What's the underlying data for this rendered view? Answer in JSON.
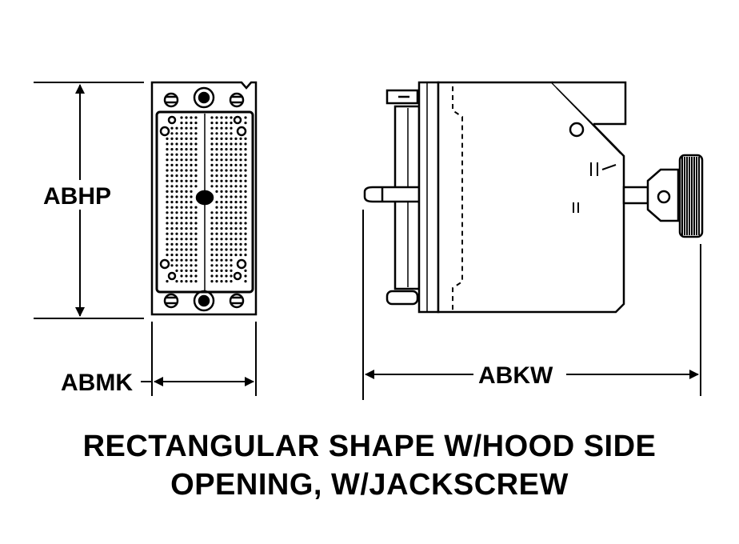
{
  "dimensions": {
    "height_label": "ABHP",
    "width_label": "ABMK",
    "length_label": "ABKW"
  },
  "caption": {
    "line1": "RECTANGULAR SHAPE W/HOOD SIDE",
    "line2": "OPENING, W/JACKSCREW"
  },
  "colors": {
    "ink": "#000000",
    "paper": "#ffffff"
  }
}
